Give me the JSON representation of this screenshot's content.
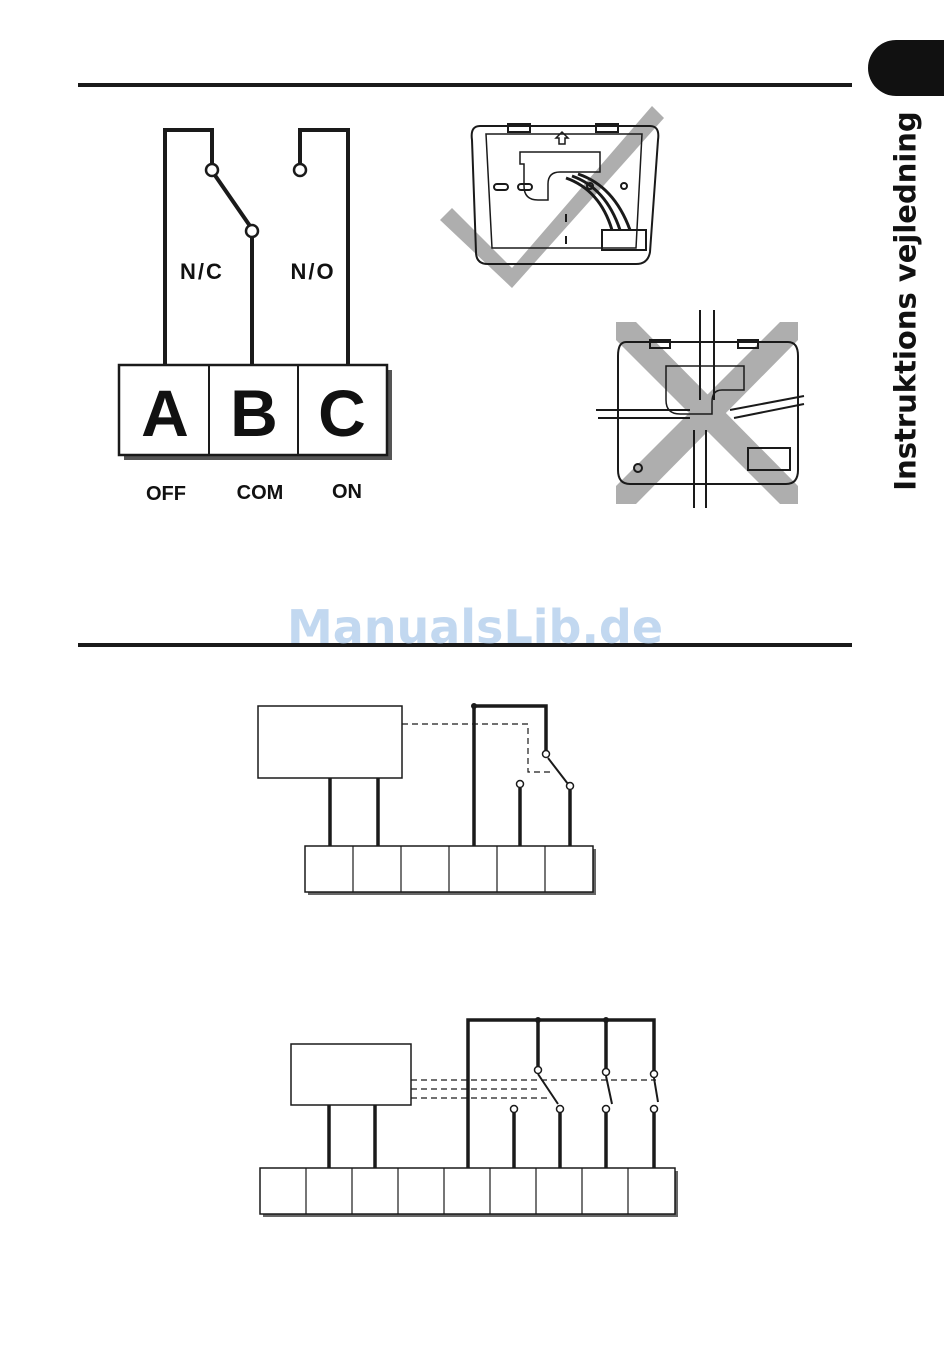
{
  "sidebar": {
    "title": "Instruktions vejledning"
  },
  "watermark": "ManualsLib.de",
  "relay": {
    "switch_labels": {
      "nc": "N/C",
      "no": "N/O"
    },
    "terminals": [
      "A",
      "B",
      "C"
    ],
    "terminal_names": [
      "OFF",
      "COM",
      "ON"
    ]
  },
  "install_figures": [
    {
      "mark": "check-mark"
    },
    {
      "mark": "cross-mark"
    }
  ],
  "colors": {
    "line": "#1a1a1a",
    "watermark": "#a9c8ea",
    "mark_gray": "#9a9a9a"
  }
}
